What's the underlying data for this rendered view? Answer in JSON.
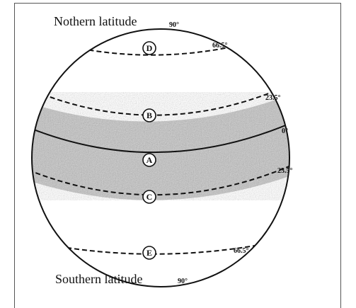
{
  "diagram": {
    "top_title": "Nothern latitude",
    "top_degree": "90°",
    "bottom_title": "Southern latitude",
    "bottom_degree": "90°",
    "lines": {
      "d": "66.5°",
      "b": "23.5°",
      "equator": "0°",
      "c": "23.5°",
      "e": "66.5°"
    },
    "zones": {
      "d": "D",
      "b": "B",
      "a": "A",
      "c": "C",
      "e": "E"
    }
  }
}
